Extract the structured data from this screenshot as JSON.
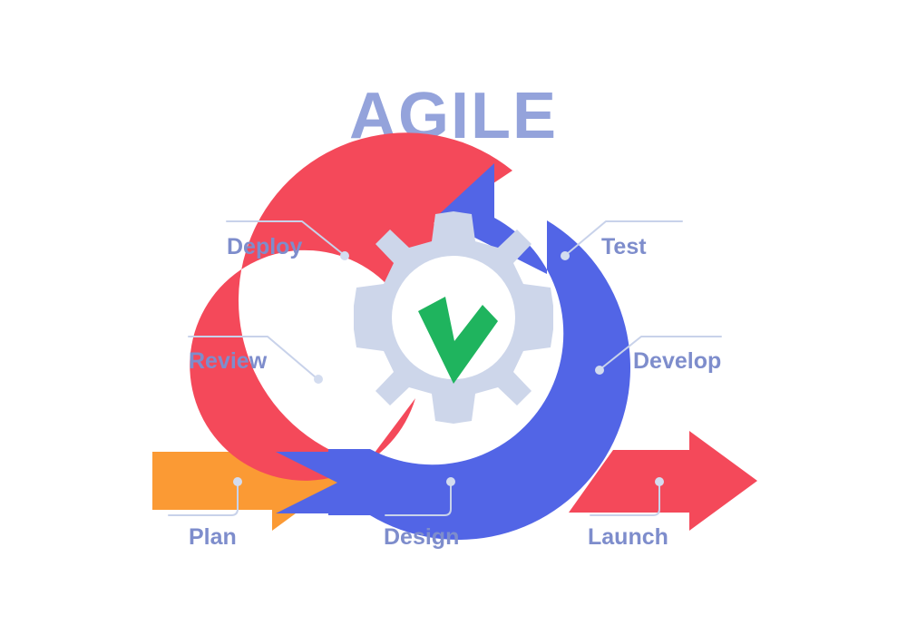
{
  "title": "AGILE",
  "colors": {
    "red": "#F4495A",
    "blue": "#5265E6",
    "orange": "#FB9A34",
    "green": "#1FB45E",
    "gear": "#CDD6EA",
    "label_text": "#7E8DCC",
    "title_text": "#94A3DB",
    "leader_line": "#C8D2EA",
    "background": "#FFFFFF"
  },
  "center_icon": {
    "gear_name": "gear-icon",
    "check_name": "checkmark-icon"
  },
  "stages": [
    {
      "id": "deploy",
      "label": "Deploy",
      "color": "#F4495A",
      "shape": "arc-red",
      "side": "left"
    },
    {
      "id": "review",
      "label": "Review",
      "color": "#F4495A",
      "shape": "arc-red",
      "side": "left"
    },
    {
      "id": "test",
      "label": "Test",
      "color": "#5265E6",
      "shape": "arc-blue",
      "side": "right"
    },
    {
      "id": "develop",
      "label": "Develop",
      "color": "#5265E6",
      "shape": "arc-blue",
      "side": "right"
    },
    {
      "id": "plan",
      "label": "Plan",
      "color": "#FB9A34",
      "shape": "arrow-straight",
      "side": "bottom"
    },
    {
      "id": "design",
      "label": "Design",
      "color": "#5265E6",
      "shape": "band-straight",
      "side": "bottom"
    },
    {
      "id": "launch",
      "label": "Launch",
      "color": "#F4495A",
      "shape": "arrow-straight",
      "side": "bottom"
    }
  ],
  "chart_data": {
    "type": "diagram",
    "title": "AGILE",
    "subtitle": "",
    "diagram_kind": "cyclic-process-infographic",
    "center_symbol": "green checkmark inside gear",
    "steps": [
      "Plan",
      "Design",
      "Develop",
      "Test",
      "Deploy",
      "Review",
      "Launch"
    ],
    "flow": "Plan (orange arrow) feeds into Design (blue band) which sweeps clockwise up the right side through Develop and Test, meeting the red arc at the top; the red arc flows down the left through Deploy and Review; Launch (red arrow) exits to the right.",
    "annotations": [
      {
        "label": "Deploy",
        "anchor": "upper-left arc"
      },
      {
        "label": "Review",
        "anchor": "lower-left arc"
      },
      {
        "label": "Test",
        "anchor": "upper-right arc"
      },
      {
        "label": "Develop",
        "anchor": "lower-right arc"
      },
      {
        "label": "Plan",
        "anchor": "orange straight arrow"
      },
      {
        "label": "Design",
        "anchor": "blue straight band"
      },
      {
        "label": "Launch",
        "anchor": "red straight arrow"
      }
    ]
  }
}
